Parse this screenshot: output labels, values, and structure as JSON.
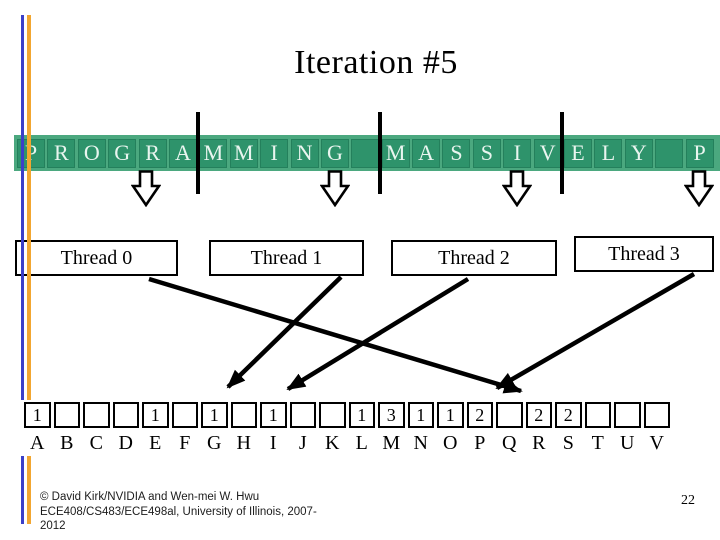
{
  "slide": {
    "title": "Iteration #5",
    "page_number": "22",
    "footer_lines": [
      "© David Kirk/NVIDIA and Wen-mei W. Hwu",
      "ECE408/CS483/ECE498al, University of Illinois, 2007-",
      "2012"
    ],
    "colors": {
      "input_cell_fill": "#2E936B",
      "input_row_border": "#4BA87F",
      "input_cell_text": "#E9F5EF",
      "accent_blue_bar": "#3B3FC8",
      "accent_orange_bar": "#F2A630"
    }
  },
  "input_row": {
    "cells": [
      "P",
      "R",
      "O",
      "G",
      "R",
      "A",
      "M",
      "M",
      "I",
      "N",
      "G",
      "",
      "M",
      "A",
      "S",
      "S",
      "I",
      "V",
      "E",
      "L",
      "Y",
      "",
      "P"
    ],
    "section_size": 6,
    "current_positions_1based": [
      5,
      11,
      17,
      23
    ]
  },
  "threads": [
    {
      "label": "Thread 0"
    },
    {
      "label": "Thread 1"
    },
    {
      "label": "Thread 2"
    },
    {
      "label": "Thread 3"
    }
  ],
  "histogram": {
    "letters": [
      "A",
      "B",
      "C",
      "D",
      "E",
      "F",
      "G",
      "H",
      "I",
      "J",
      "K",
      "L",
      "M",
      "N",
      "O",
      "P",
      "Q",
      "R",
      "S",
      "T",
      "U",
      "V"
    ],
    "values": [
      "1",
      "",
      "",
      "",
      "1",
      "",
      "1",
      "",
      "1",
      "",
      "",
      "1",
      "3",
      "1",
      "1",
      "2",
      "",
      "2",
      "2",
      "",
      "",
      ""
    ]
  }
}
